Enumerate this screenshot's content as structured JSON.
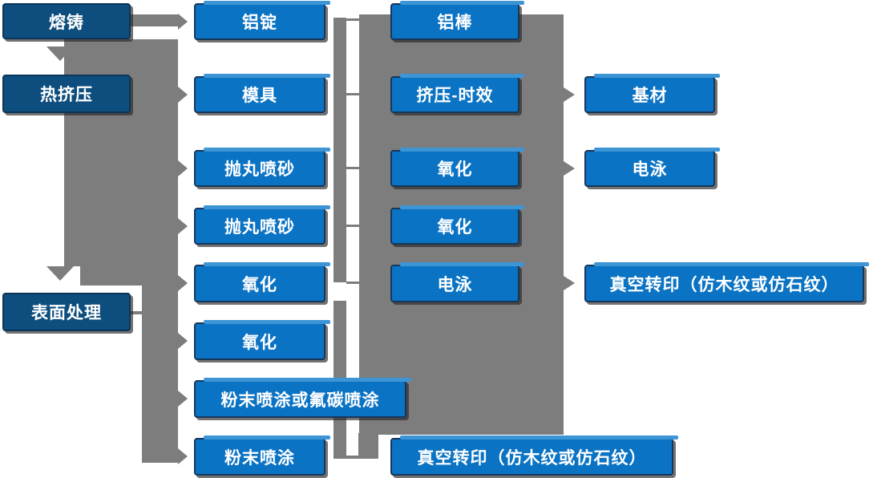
{
  "diagram": {
    "type": "flowchart",
    "colors": {
      "process_box": "#0b73c4",
      "stage_box": "#0e4e7e",
      "box_border": "#16375b",
      "box_highlight": "#3d95d6",
      "connector_gray": "#7d7d7d",
      "text": "#ffffff",
      "background": "#ffffff"
    },
    "nodes": [
      {
        "id": "c1r1",
        "label": "熔铸",
        "variant": "dark"
      },
      {
        "id": "c1r2",
        "label": "热挤压",
        "variant": "dark"
      },
      {
        "id": "c1r5",
        "label": "表面处理",
        "variant": "dark"
      },
      {
        "id": "c2r1",
        "label": "铝锭",
        "variant": "bright"
      },
      {
        "id": "c2r2",
        "label": "模具",
        "variant": "bright"
      },
      {
        "id": "c2r3",
        "label": "抛丸喷砂",
        "variant": "bright"
      },
      {
        "id": "c2r4",
        "label": "抛丸喷砂",
        "variant": "bright"
      },
      {
        "id": "c2r5",
        "label": "氧化",
        "variant": "bright"
      },
      {
        "id": "c2r6",
        "label": "氧化",
        "variant": "bright"
      },
      {
        "id": "c2r7",
        "label": "粉末喷涂或氟碳喷涂",
        "variant": "bright"
      },
      {
        "id": "c2r8",
        "label": "粉末喷涂",
        "variant": "bright"
      },
      {
        "id": "c3r1",
        "label": "铝棒",
        "variant": "bright"
      },
      {
        "id": "c3r2",
        "label": "挤压-时效",
        "variant": "bright"
      },
      {
        "id": "c3r3",
        "label": "氧化",
        "variant": "bright"
      },
      {
        "id": "c3r4",
        "label": "氧化",
        "variant": "bright"
      },
      {
        "id": "c3r5",
        "label": "电泳",
        "variant": "bright"
      },
      {
        "id": "c3r8",
        "label": "真空转印（仿木纹或仿石纹）",
        "variant": "bright"
      },
      {
        "id": "c4r2",
        "label": "基材",
        "variant": "bright"
      },
      {
        "id": "c4r3",
        "label": "电泳",
        "variant": "bright"
      },
      {
        "id": "c4r5",
        "label": "真空转印（仿木纹或仿石纹）",
        "variant": "bright"
      }
    ],
    "edges": [
      {
        "from": "c1r1",
        "to": "c1r2"
      },
      {
        "from": "c1r2",
        "to": "c1r5"
      },
      {
        "from": "c1r1",
        "to": "c2r1"
      },
      {
        "from": "c1r2",
        "to": "c2r2"
      },
      {
        "from": "c1r2",
        "to": "c2r3"
      },
      {
        "from": "c1r2",
        "to": "c2r4"
      },
      {
        "from": "c1r2",
        "to": "c2r5"
      },
      {
        "from": "c1r5",
        "to": "c2r6"
      },
      {
        "from": "c1r5",
        "to": "c2r7"
      },
      {
        "from": "c1r5",
        "to": "c2r8"
      },
      {
        "from": "c2r1",
        "to": "c3r1"
      },
      {
        "from": "c2r2",
        "to": "c3r2"
      },
      {
        "from": "c2r3",
        "to": "c3r3"
      },
      {
        "from": "c2r4",
        "to": "c3r4"
      },
      {
        "from": "c2r5",
        "to": "c3r5"
      },
      {
        "from": "c2r8",
        "to": "c3r8"
      },
      {
        "from": "c3r2",
        "to": "c4r2"
      },
      {
        "from": "c3r3",
        "to": "c4r3"
      },
      {
        "from": "c3r5",
        "to": "c4r5"
      }
    ]
  }
}
